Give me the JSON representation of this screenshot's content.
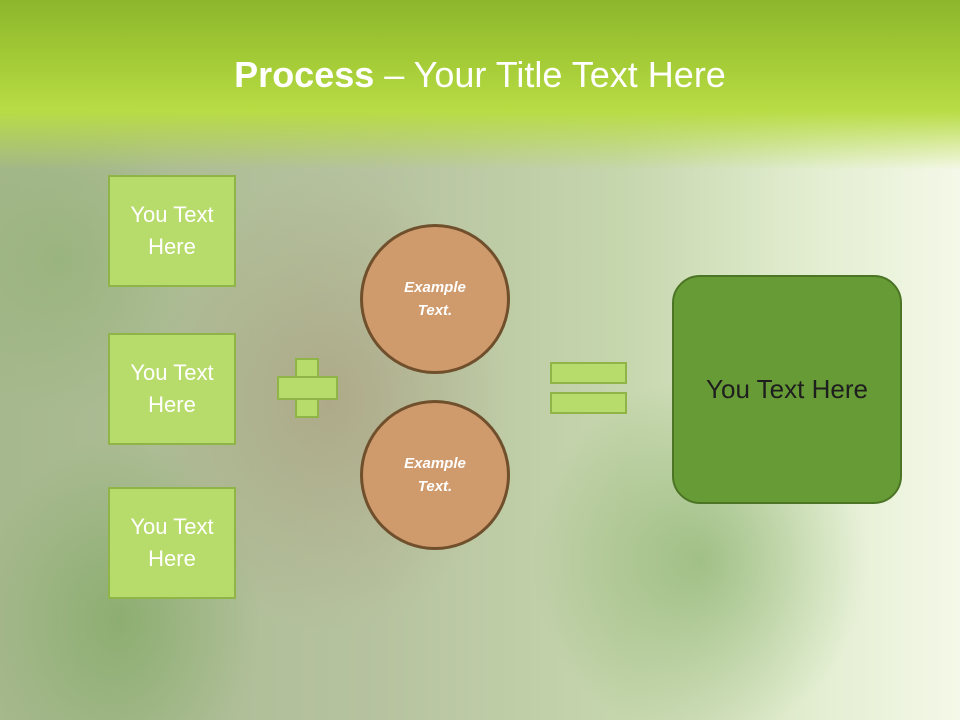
{
  "title": {
    "bold": "Process",
    "separator": " – ",
    "rest": "Your Title Text Here"
  },
  "left_boxes": [
    {
      "label": "You Text Here"
    },
    {
      "label": "You Text Here"
    },
    {
      "label": "You Text Here"
    }
  ],
  "circles": [
    {
      "label": "Example Text."
    },
    {
      "label": "Example Text."
    }
  ],
  "result": {
    "label": "You Text Here"
  },
  "colors": {
    "title_band": "#a3cb36",
    "box_fill": "#b8dc6b",
    "circle_fill": "#cf9a6c",
    "circle_border": "#70502c",
    "result_fill": "#679b36"
  }
}
